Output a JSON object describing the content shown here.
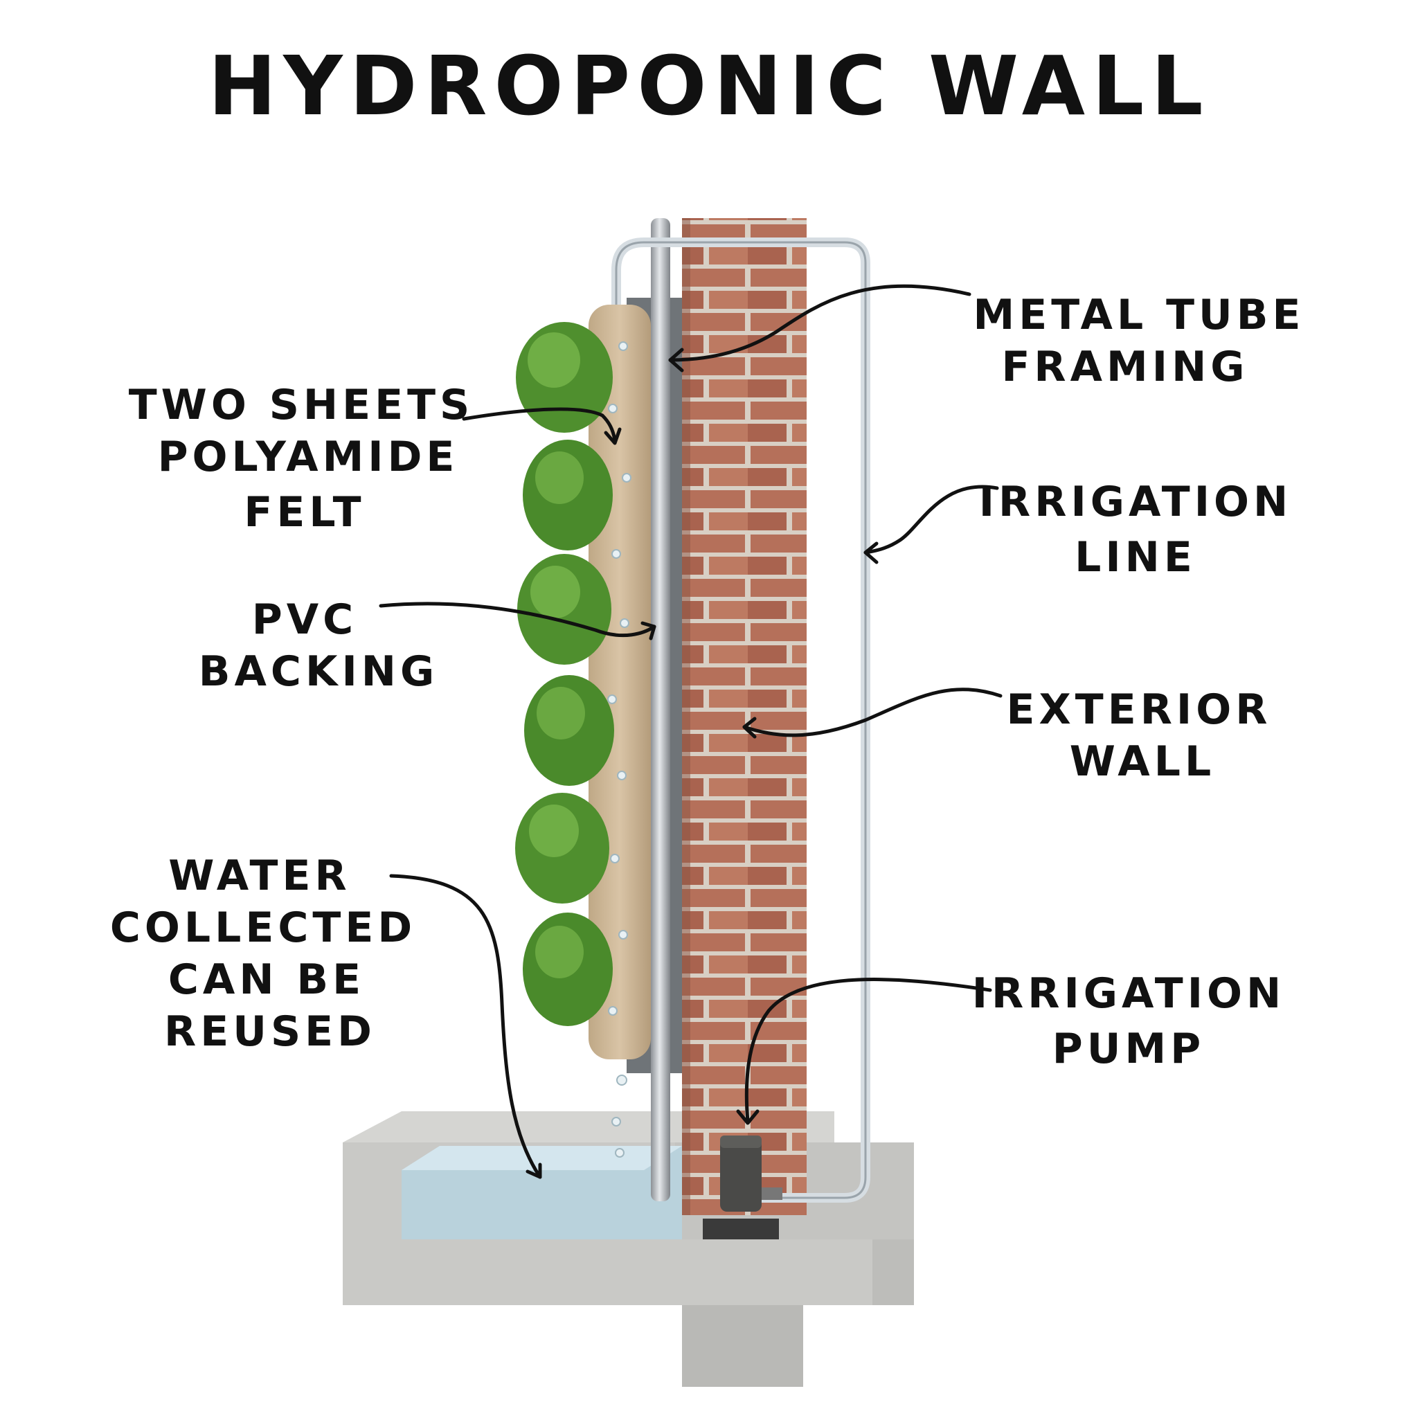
{
  "title": "HYDROPONIC   WALL",
  "labels": {
    "metal_tube": [
      "METAL TUBE",
      "FRAMING"
    ],
    "two_sheets": [
      "TWO SHEETS",
      "POLYAMIDE",
      "FELT"
    ],
    "irrigation_line": [
      "IRRIGATION",
      "LINE"
    ],
    "pvc_backing": [
      "PVC",
      "BACKING"
    ],
    "exterior_wall": [
      "EXTERIOR",
      "WALL"
    ],
    "water_collected": [
      "WATER",
      "COLLECTED",
      "CAN  BE",
      "REUSED"
    ],
    "irrigation_pump": [
      "IRRIGATION",
      "PUMP"
    ]
  },
  "colors": {
    "brick": "#b5705a",
    "mortar": "#d8cfc4",
    "concrete": "#c9c9c6",
    "felt": "#cdb79a",
    "pvc": "#6f7478",
    "metal": "#b8bcc0",
    "foliage": "#4f8f2e",
    "water": "#b9d2dc",
    "ink": "#111111"
  }
}
